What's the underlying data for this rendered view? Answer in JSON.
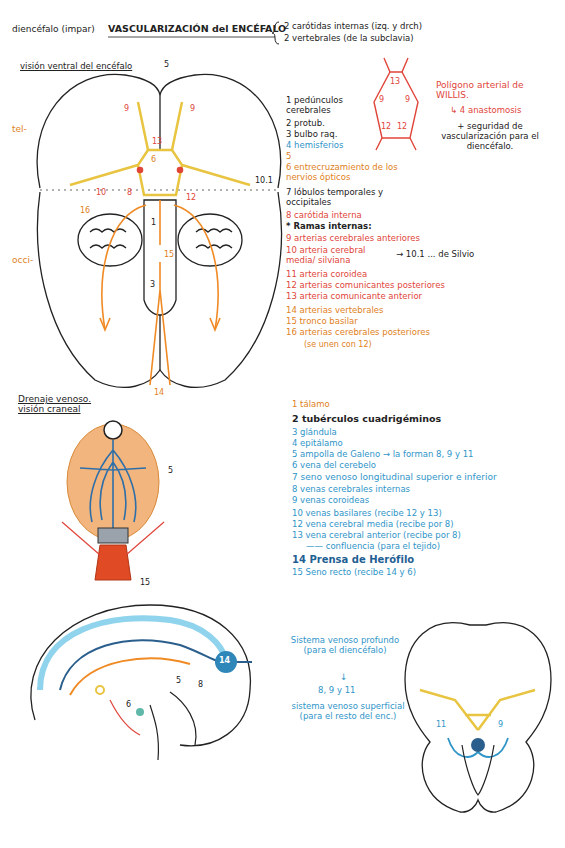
{
  "diagram": {
    "title": "VASCULARIZACIÓN del ENCÉFALO",
    "labels": [
      "diencéfalo (impar)",
      "2 carótidas internas (izq. y drch)",
      "2 vertebrales (de la subclavia)",
      "visión ventral del encéfalo",
      "tel-",
      "occi-",
      "1 pedúnculos cerebrales",
      "2 protub.",
      "3 bulbo raq.",
      "4 hemisferios",
      "5",
      "6 entrecruzamiento de los nervios ópticos",
      "7 lóbulos temporales y occipitales",
      "8 carótida interna",
      "* Ramas internas:",
      "9 arterias cerebrales anteriores",
      "10 arteria cerebral media/ silviana",
      "→ 10.1 ... de Silvio",
      "11 arteria coroidea",
      "12 arterias comunicantes posteriores",
      "13 arteria comunicante anterior",
      "14 arterias vertebrales",
      "15 tronco basilar",
      "16 arterias cerebrales posteriores",
      "(se unen con 12)",
      "Polígono arterial de WILLIS.",
      "↳ 4 anastomosis",
      "+ seguridad de vascularización para el diencéfalo.",
      "13",
      "9",
      "9",
      "12",
      "12",
      "5",
      "9",
      "9",
      "13",
      "6",
      "10",
      "10.1",
      "8",
      "12",
      "16",
      "15",
      "1",
      "3",
      "14",
      "Drenaje venoso. visión craneal",
      "1 tálamo",
      "2 tubérculos cuadrigéminos",
      "3 glándula",
      "4 epitálamo",
      "5 ampolla de Galeno → la forman 8, 9 y 11",
      "6 vena del cerebelo",
      "7 seno venoso longitudinal superior e inferior",
      "8 venas cerebrales internas",
      "9 venas coroideas",
      "10 venas basilares (recibe 12 y 13)",
      "12 vena cerebral media (recibe por 8)",
      "13 vena cerebral anterior (recibe por 8)",
      "—— confluencia (para el tejido)",
      "14 Prensa de Herófilo",
      "15 Seno recto (recibe 14 y 6)",
      "5",
      "15",
      "14",
      "5",
      "8",
      "6",
      "Sistema venoso profundo (para el diencéfalo)",
      "↓",
      "8, 9 y 11",
      "sistema venoso superficial (para el resto del enc.)",
      "11",
      "9"
    ]
  }
}
